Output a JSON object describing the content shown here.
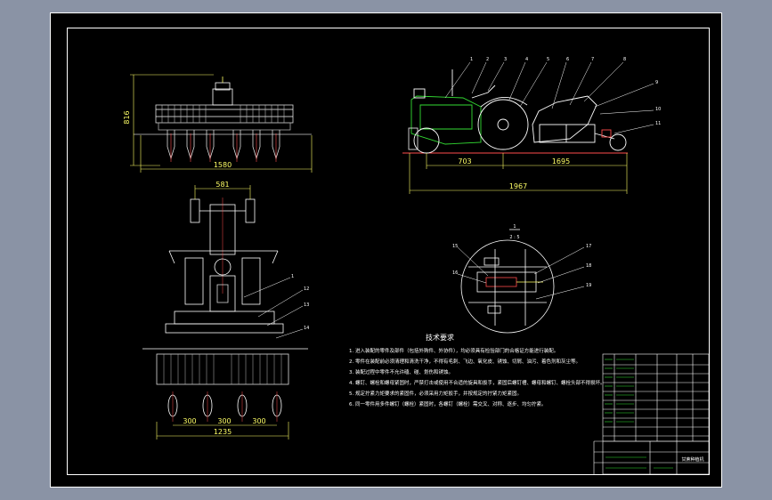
{
  "front_view": {
    "width_dim": "1580",
    "height_dim": "816"
  },
  "side_view": {
    "dim_left": "703",
    "dim_right": "1695",
    "dim_total": "1967",
    "leader_labels": [
      "1",
      "2",
      "3",
      "4",
      "5",
      "6",
      "7",
      "8",
      "9",
      "10",
      "11"
    ]
  },
  "top_view": {
    "top_dim": "581",
    "spacing_dims": [
      "300",
      "300",
      "300"
    ],
    "bottom_dim": "1235",
    "leader_labels": [
      "1",
      "12",
      "13",
      "14"
    ]
  },
  "detail": {
    "label_num": "1",
    "label_scale": "2 : 5",
    "leader_labels": [
      "15",
      "16",
      "17",
      "18",
      "19"
    ]
  },
  "notes": {
    "heading": "技术要求",
    "lines": [
      "1. 进入装配的零件及部件（包括外购件、外协件），均必须具有检验部门的合格证方能进行装配。",
      "2. 零件在装配前必须清理和清洗干净，不得有毛刺、飞边、氧化皮、锈蚀、切屑、油污、着色剂和灰尘等。",
      "3. 装配过程中零件不允许磕、碰、划伤和锈蚀。",
      "4. 螺钉、螺栓和螺母紧固时，严禁打击或使用不合适的旋具和扳手，紧固后螺钉槽、螺母和螺钉、螺栓头部不得损坏。",
      "5. 规定拧紧力矩要求的紧固件，必须采用力矩扳手，并按规定的拧紧力矩紧固。",
      "6. 同一零件用多件螺钉（螺栓）紧固时，各螺钉（螺栓）需交叉、对称、逐步、均匀拧紧。"
    ]
  },
  "title_block": {
    "drawing_title": "甘蔗种植机"
  }
}
